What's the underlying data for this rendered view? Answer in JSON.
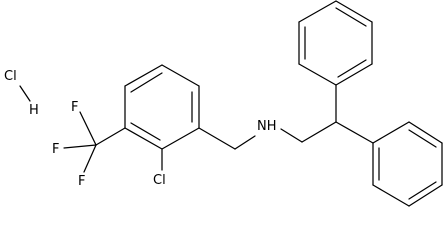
{
  "molecule": {
    "labels": {
      "hcl_cl": "Cl",
      "hcl_h": "H",
      "f_upper": "F",
      "f_left": "F",
      "f_lower": "F",
      "ring_cl": "Cl",
      "amine_nh": "NH"
    },
    "colors": {
      "bond": "#000000",
      "text": "#000000",
      "background": "#ffffff"
    }
  }
}
